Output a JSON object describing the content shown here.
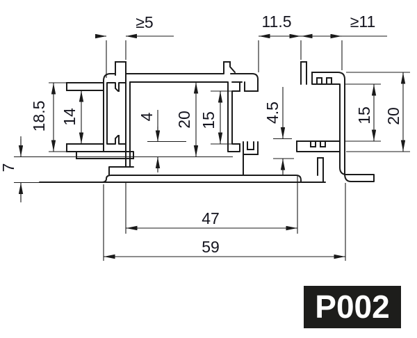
{
  "drawing": {
    "type": "profile-cross-section-technical-drawing",
    "part_number": "P002",
    "units_implied": "mm",
    "dimensions": {
      "top_left_clearance": "≥5",
      "top_center_gap": "11.5",
      "top_right_clearance": "≥11",
      "left_channel_outer_height": "18.5",
      "left_channel_inner_height": "14",
      "bottom_plate_height": "7",
      "center_slot_depth": "4",
      "center_outer_height": "20",
      "center_inner_height": "15",
      "right_offset": "4.5",
      "right_channel_inner_height": "15",
      "right_channel_outer_height": "20",
      "inner_width": "47",
      "overall_width": "59"
    },
    "colors": {
      "line": "#1a1a1a",
      "dimension_text": "#14141e",
      "badge_background": "#1d1d1b",
      "badge_text": "#ffffff",
      "background": "#ffffff"
    }
  }
}
